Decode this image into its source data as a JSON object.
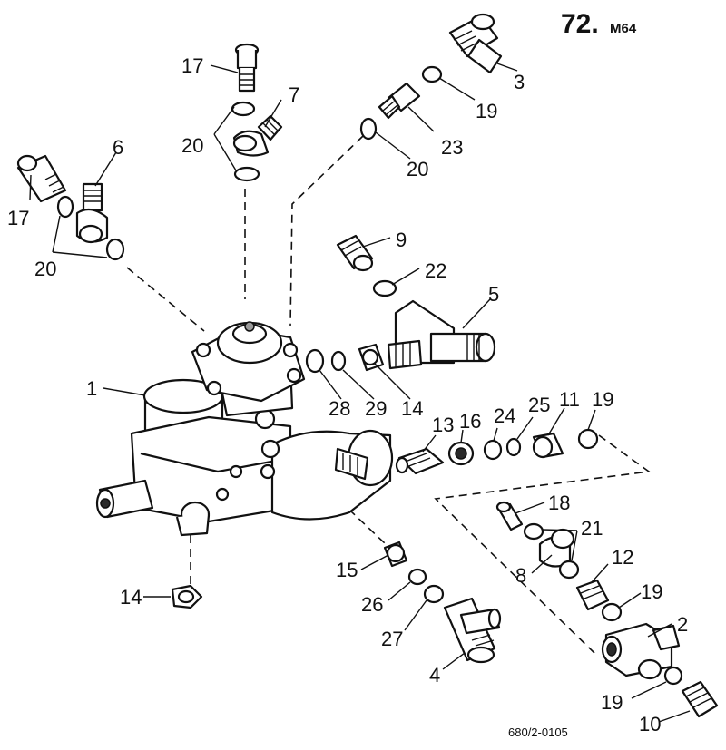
{
  "page": {
    "number": "72.",
    "suffix": "M64",
    "reference": "680/2-0105"
  },
  "callouts": {
    "c1": "1",
    "c2": "2",
    "c3": "3",
    "c4": "4",
    "c5": "5",
    "c6": "6",
    "c7": "7",
    "c8": "8",
    "c9": "9",
    "c10": "10",
    "c11": "11",
    "c12": "12",
    "c13": "13",
    "c14a": "14",
    "c14b": "14",
    "c15": "15",
    "c16": "16",
    "c17a": "17",
    "c17b": "17",
    "c18": "18",
    "c19a": "19",
    "c19b": "19",
    "c19c": "19",
    "c19d": "19",
    "c20a": "20",
    "c20b": "20",
    "c20c": "20",
    "c21": "21",
    "c22": "22",
    "c23": "23",
    "c24": "24",
    "c25": "25",
    "c26": "26",
    "c27": "27",
    "c28": "28",
    "c29": "29"
  }
}
